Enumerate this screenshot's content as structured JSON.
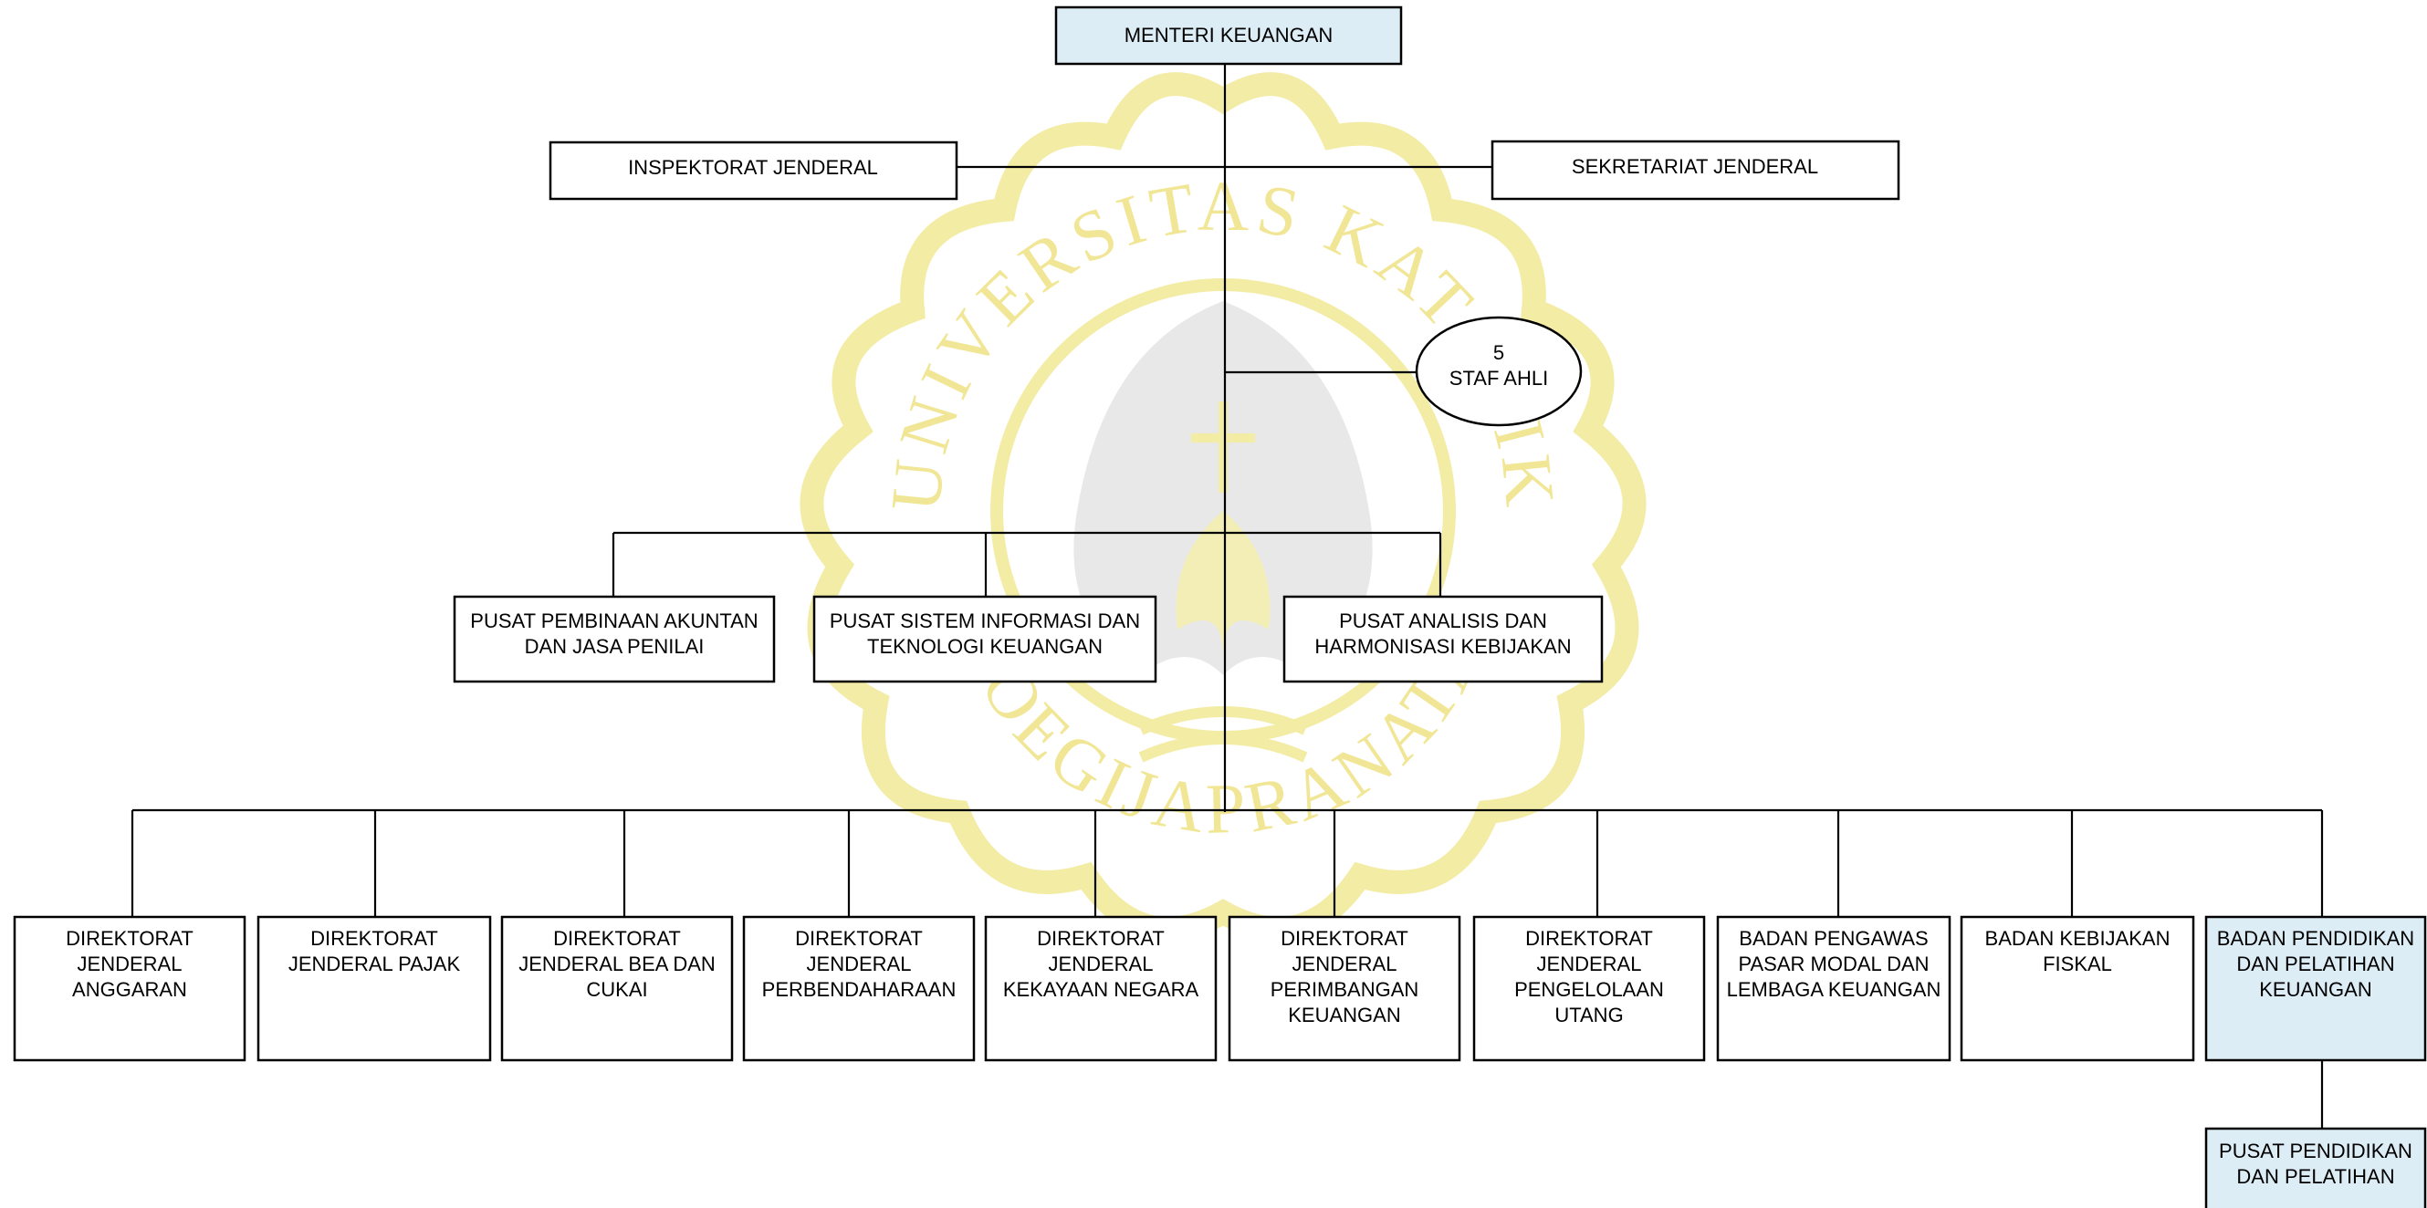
{
  "watermark": {
    "text_top": "UNIVERSITAS KATOLIK",
    "text_bottom": "SOEGIJAPRANATA",
    "color": "#f4eea8"
  },
  "nodes": {
    "menteri": [
      "MENTERI KEUANGAN"
    ],
    "inspektorat": [
      "INSPEKTORAT JENDERAL"
    ],
    "sekretariat": [
      "SEKRETARIAT JENDERAL"
    ],
    "staf_ahli": [
      "5",
      "STAF AHLI"
    ],
    "pusat_akuntan": [
      "PUSAT PEMBINAAN AKUNTAN",
      "DAN JASA PENILAI"
    ],
    "pusat_sistem": [
      "PUSAT SISTEM INFORMASI DAN",
      "TEKNOLOGI KEUANGAN"
    ],
    "pusat_analisis": [
      "PUSAT ANALISIS DAN",
      "HARMONISASI KEBIJAKAN"
    ],
    "dj_anggaran": [
      "DIREKTORAT",
      "JENDERAL",
      "ANGGARAN"
    ],
    "dj_pajak": [
      "DIREKTORAT",
      "JENDERAL PAJAK"
    ],
    "dj_bea_cukai": [
      "DIREKTORAT",
      "JENDERAL BEA DAN",
      "CUKAI"
    ],
    "dj_perbendaharaan": [
      "DIREKTORAT",
      "JENDERAL",
      "PERBENDAHARAAN"
    ],
    "dj_kekayaan": [
      "DIREKTORAT",
      "JENDERAL",
      "KEKAYAAN NEGARA"
    ],
    "dj_perimbangan": [
      "DIREKTORAT",
      "JENDERAL",
      "PERIMBANGAN",
      "KEUANGAN"
    ],
    "dj_utang": [
      "DIREKTORAT",
      "JENDERAL",
      "PENGELOLAAN",
      "UTANG"
    ],
    "bapepam": [
      "BADAN PENGAWAS",
      "PASAR MODAL DAN",
      "LEMBAGA KEUANGAN"
    ],
    "bkf": [
      "BADAN KEBIJAKAN",
      "FISKAL"
    ],
    "bppk": [
      "BADAN PENDIDIKAN",
      "DAN PELATIHAN",
      "KEUANGAN"
    ],
    "pusdiklat": [
      "PUSAT PENDIDIKAN",
      "DAN PELATIHAN"
    ]
  },
  "colors": {
    "highlight_fill": "#dcedf6",
    "box_fill": "#ffffff",
    "line": "#000000"
  }
}
